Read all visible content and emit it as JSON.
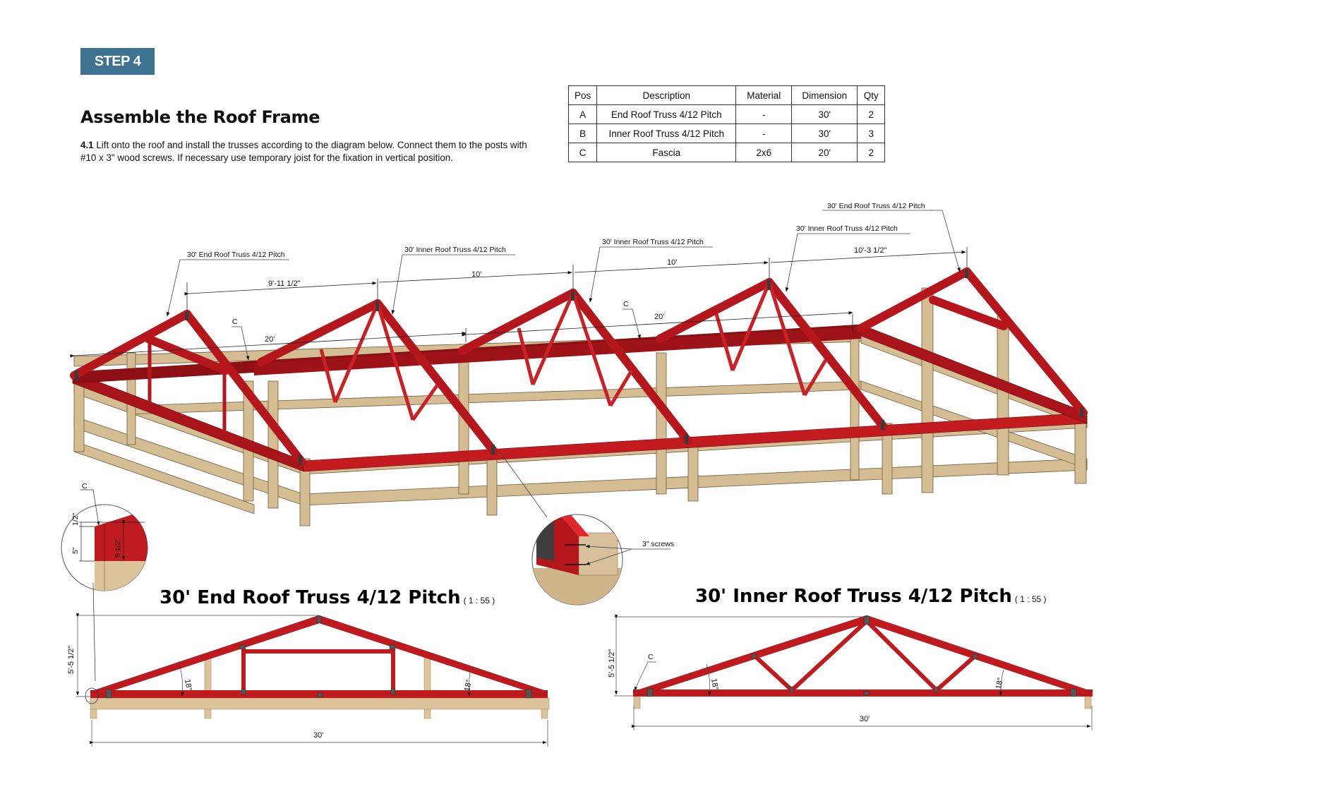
{
  "header": {
    "step_label": "STEP 4",
    "title": "Assemble the Roof Frame",
    "instruction_number": "4.1",
    "instruction_text": " Lift onto the roof and install the trusses according to the diagram below. Connect them to the posts with #10 x 3\" wood screws. If necessary use temporary joist for the fixation in vertical position."
  },
  "parts_table": {
    "columns": [
      "Pos",
      "Description",
      "Material",
      "Dimension",
      "Qty"
    ],
    "rows": [
      {
        "pos": "A",
        "description": "End Roof Truss 4/12 Pitch",
        "material": "-",
        "dimension": "30'",
        "qty": "2"
      },
      {
        "pos": "B",
        "description": "Inner Roof Truss 4/12 Pitch",
        "material": "-",
        "dimension": "30'",
        "qty": "3"
      },
      {
        "pos": "C",
        "description": "Fascia",
        "material": "2x6",
        "dimension": "20'",
        "qty": "2"
      }
    ]
  },
  "assembly_view": {
    "callouts": {
      "end_truss_left": "30' End Roof Truss 4/12 Pitch",
      "inner_truss_1": "30' Inner Roof Truss 4/12 Pitch",
      "inner_truss_2": "30' Inner Roof Truss 4/12 Pitch",
      "inner_truss_3": "30' Inner Roof Truss 4/12 Pitch",
      "end_truss_right": "30' End Roof Truss 4/12 Pitch",
      "fascia_left": "C",
      "fascia_right": "C"
    },
    "dimensions": {
      "spacing_1": "9'-11 1/2\"",
      "spacing_2": "10'",
      "spacing_3": "10'",
      "spacing_4": "10'-3 1/2\"",
      "fascia_left_length": "20'",
      "fascia_right_length": "20'"
    }
  },
  "detail_fascia": {
    "label": "C",
    "dim_top": "1/2\"",
    "dim_side": "5\"",
    "dim_member": "5 1/2\""
  },
  "detail_screws": {
    "label": "3\" screws"
  },
  "end_truss_elevation": {
    "title": "30' End Roof Truss 4/12 Pitch",
    "scale": "( 1 : 55 )",
    "height": "5'-5 1/2\"",
    "angle_left": "18°",
    "angle_right": "18°",
    "span": "30'"
  },
  "inner_truss_elevation": {
    "title": "30' Inner Roof Truss 4/12 Pitch",
    "scale": "( 1 : 55 )",
    "height": "5'-5 1/2\"",
    "fascia_label": "C",
    "angle_left": "18°",
    "angle_right": "18°",
    "span": "30'"
  },
  "colors": {
    "step_badge": "#3e7291",
    "truss_red": "#b5161c",
    "truss_red_dark": "#8e1014",
    "wood": "#d4bc93",
    "wood_dark": "#a89068"
  }
}
